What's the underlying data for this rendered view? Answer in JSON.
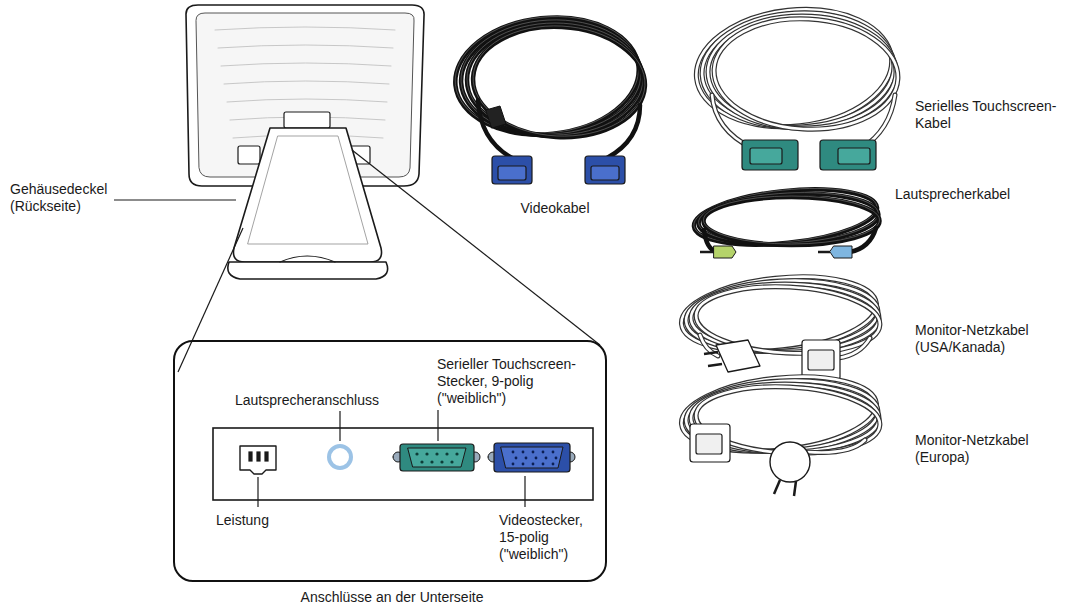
{
  "diagram": {
    "nodes": [
      {
        "text": [
          "Serieller Touchscreen-Stecker, 9-polig (\"weiblich\")",
          "Lautsprecheranschluss",
          "Leistung",
          "Videostecker, 15-polig (\"weiblich\")",
          "Anschlüsse an der Unterseite"
        ]
      }
    ],
    "labels": [
      "Gehäusedeckel (Rückseite)",
      "Videokabel",
      "Serielles Touchscreen-Kabel",
      "Lautsprecherkabel",
      "Monitor-Netzkabel (USA/Kanada)",
      "Monitor-Netzkabel (Europa)"
    ]
  }
}
